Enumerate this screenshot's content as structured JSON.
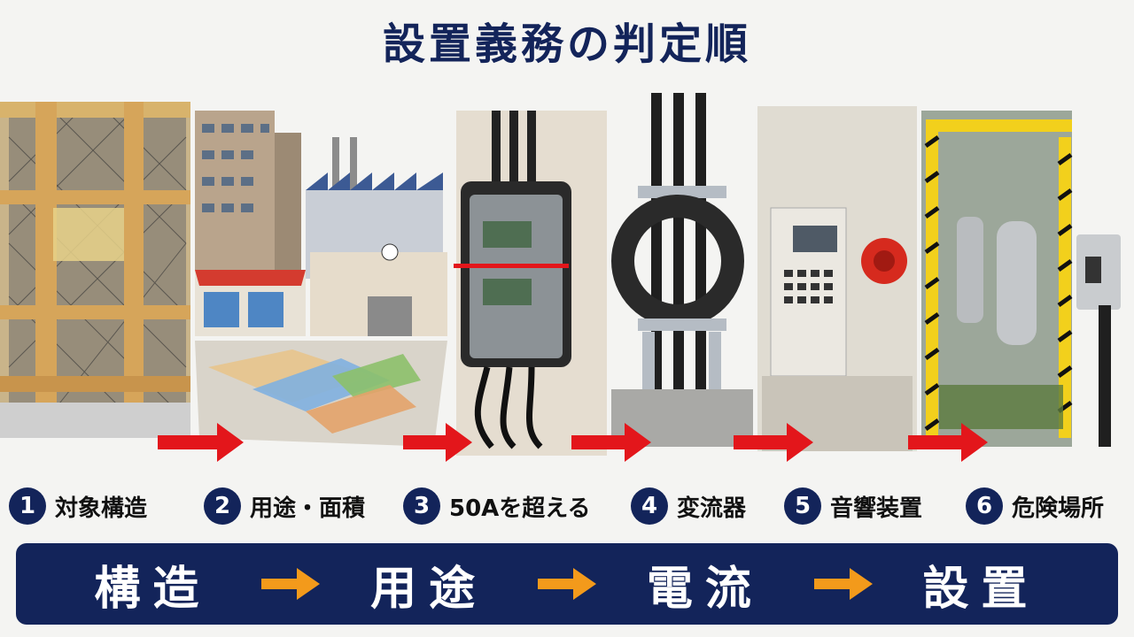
{
  "title": "設置義務の判定順",
  "steps": [
    {
      "num": "1",
      "label": "対象構造"
    },
    {
      "num": "2",
      "label": "用途・面積"
    },
    {
      "num": "3",
      "label": "50Aを超える"
    },
    {
      "num": "4",
      "label": "変流器"
    },
    {
      "num": "5",
      "label": "音響装置"
    },
    {
      "num": "6",
      "label": "危険場所"
    }
  ],
  "flow": {
    "w1": "構造",
    "w2": "用途",
    "w3": "電流",
    "w4": "設置"
  },
  "colors": {
    "navy": "#13245a",
    "red_arrow": "#e3161b",
    "orange_arrow": "#f39a1b"
  }
}
